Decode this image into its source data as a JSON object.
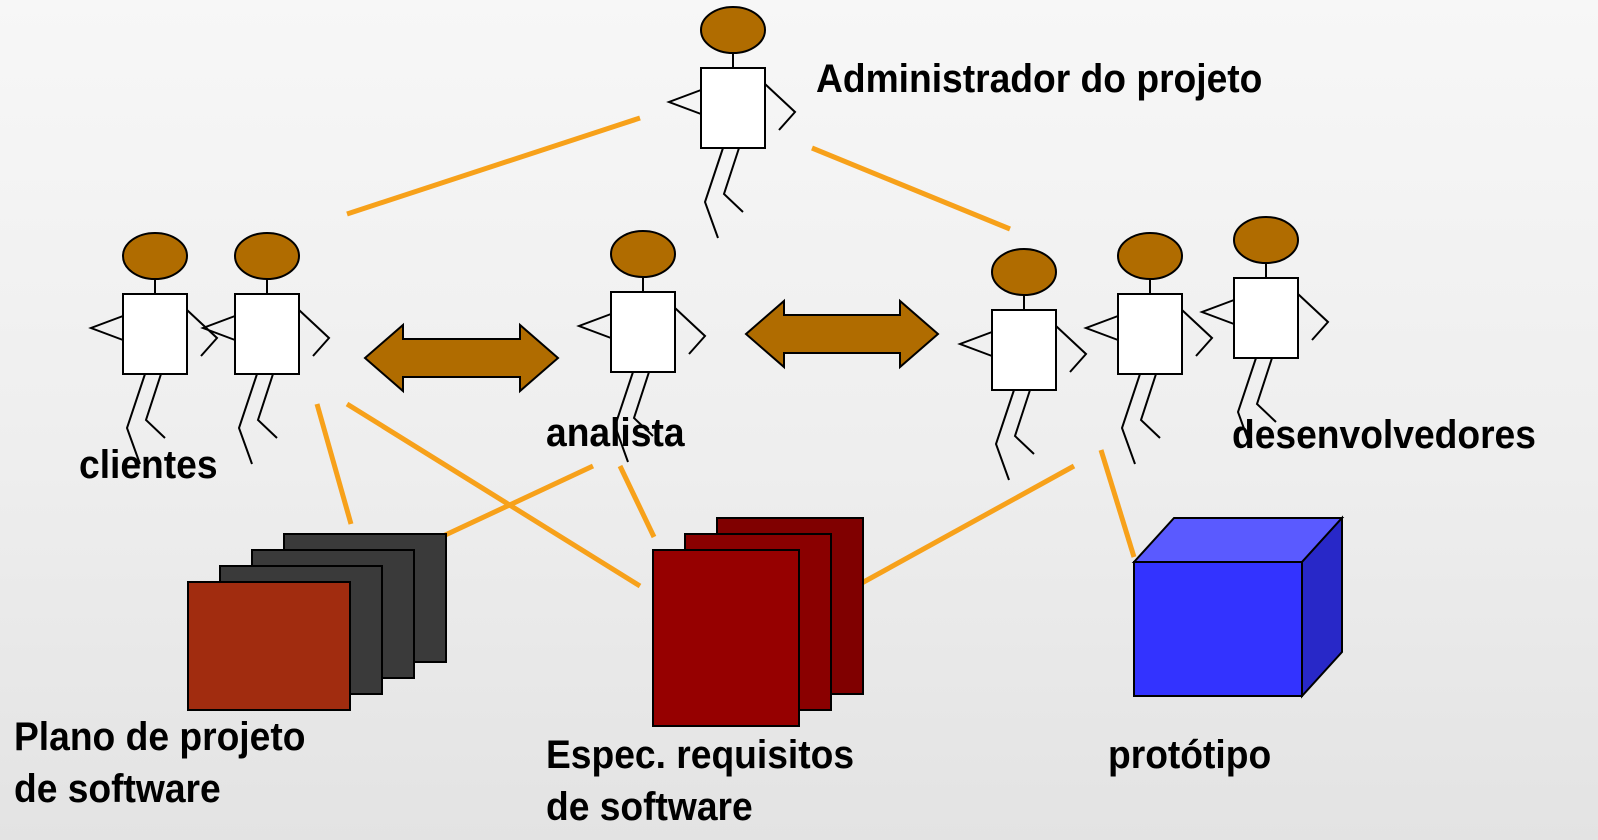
{
  "labels": {
    "admin": "Administrador do projeto",
    "clients": "clientes",
    "analyst": "analista",
    "developers": "desenvolvedores",
    "plan_line1": "Plano de projeto",
    "plan_line2": "de software",
    "spec_line1": "Espec. requisitos",
    "spec_line2": "de software",
    "prototype": "protótipo"
  },
  "colors": {
    "connector": "#f7a11a",
    "head": "#b06c00",
    "arrow": "#b06c00",
    "plan_front": "#a12c0f",
    "plan_back": "#3a3a3a",
    "spec": "#960000",
    "prototype_front": "#3333ff",
    "prototype_top": "#5a5aff",
    "prototype_side": "#2828c8"
  }
}
